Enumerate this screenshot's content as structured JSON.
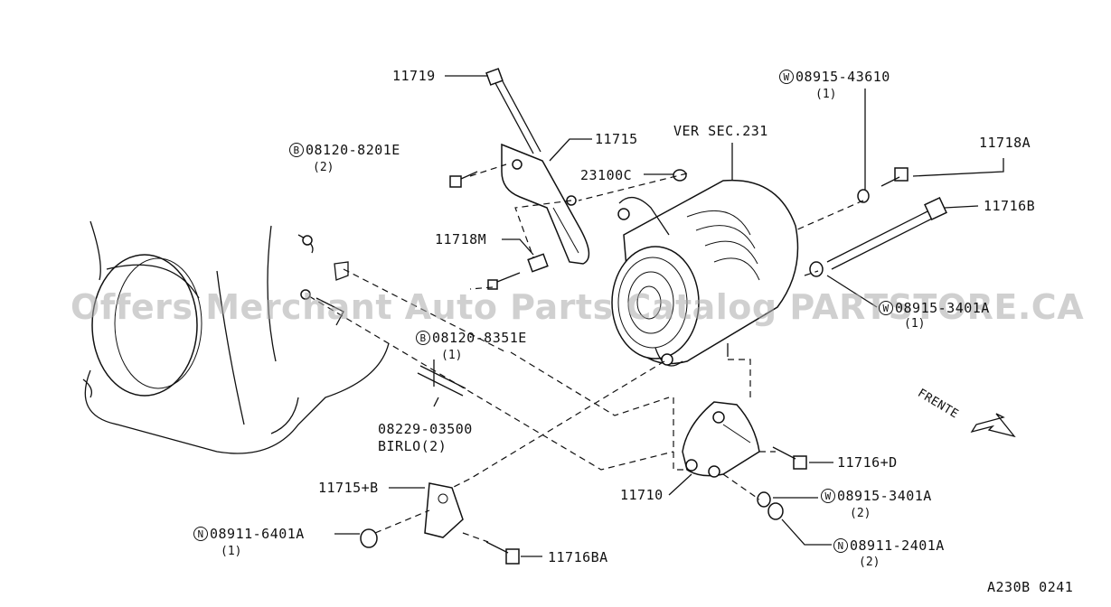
{
  "watermark": "Offers Merchant Auto Parts Catalog PARTSTORE.CA",
  "diagram_code": "A230B  0241",
  "frente": "FRENTE",
  "ref_note": "VER SEC.231",
  "labels": {
    "p11719": "11719",
    "p11715": "11715",
    "b08120_8201e": "08120-8201E",
    "b08120_8201e_qty": "(2)",
    "p23100c": "23100C",
    "w08915_43610": "08915-43610",
    "w08915_43610_qty": "(1)",
    "p11718a": "11718A",
    "p11716b": "11716B",
    "p11718m": "11718M",
    "w08915_3401a_top": "08915-3401A",
    "w08915_3401a_top_qty": "(1)",
    "b08120_8351e": "08120-8351E",
    "b08120_8351e_qty": "(1)",
    "p08229_03500": "08229-03500",
    "birlo": "BIRLO(2)",
    "p11716d": "11716+D",
    "p11715b": "11715+B",
    "p11710": "11710",
    "w08915_3401a_bot": "08915-3401A",
    "w08915_3401a_bot_qty": "(2)",
    "n08911_6401a": "08911-6401A",
    "n08911_6401a_qty": "(1)",
    "p11716ba": "11716BA",
    "n08911_2401a": "08911-2401A",
    "n08911_2401a_qty": "(2)"
  },
  "markers": {
    "bolt": "B",
    "washer": "W",
    "nut": "N"
  }
}
